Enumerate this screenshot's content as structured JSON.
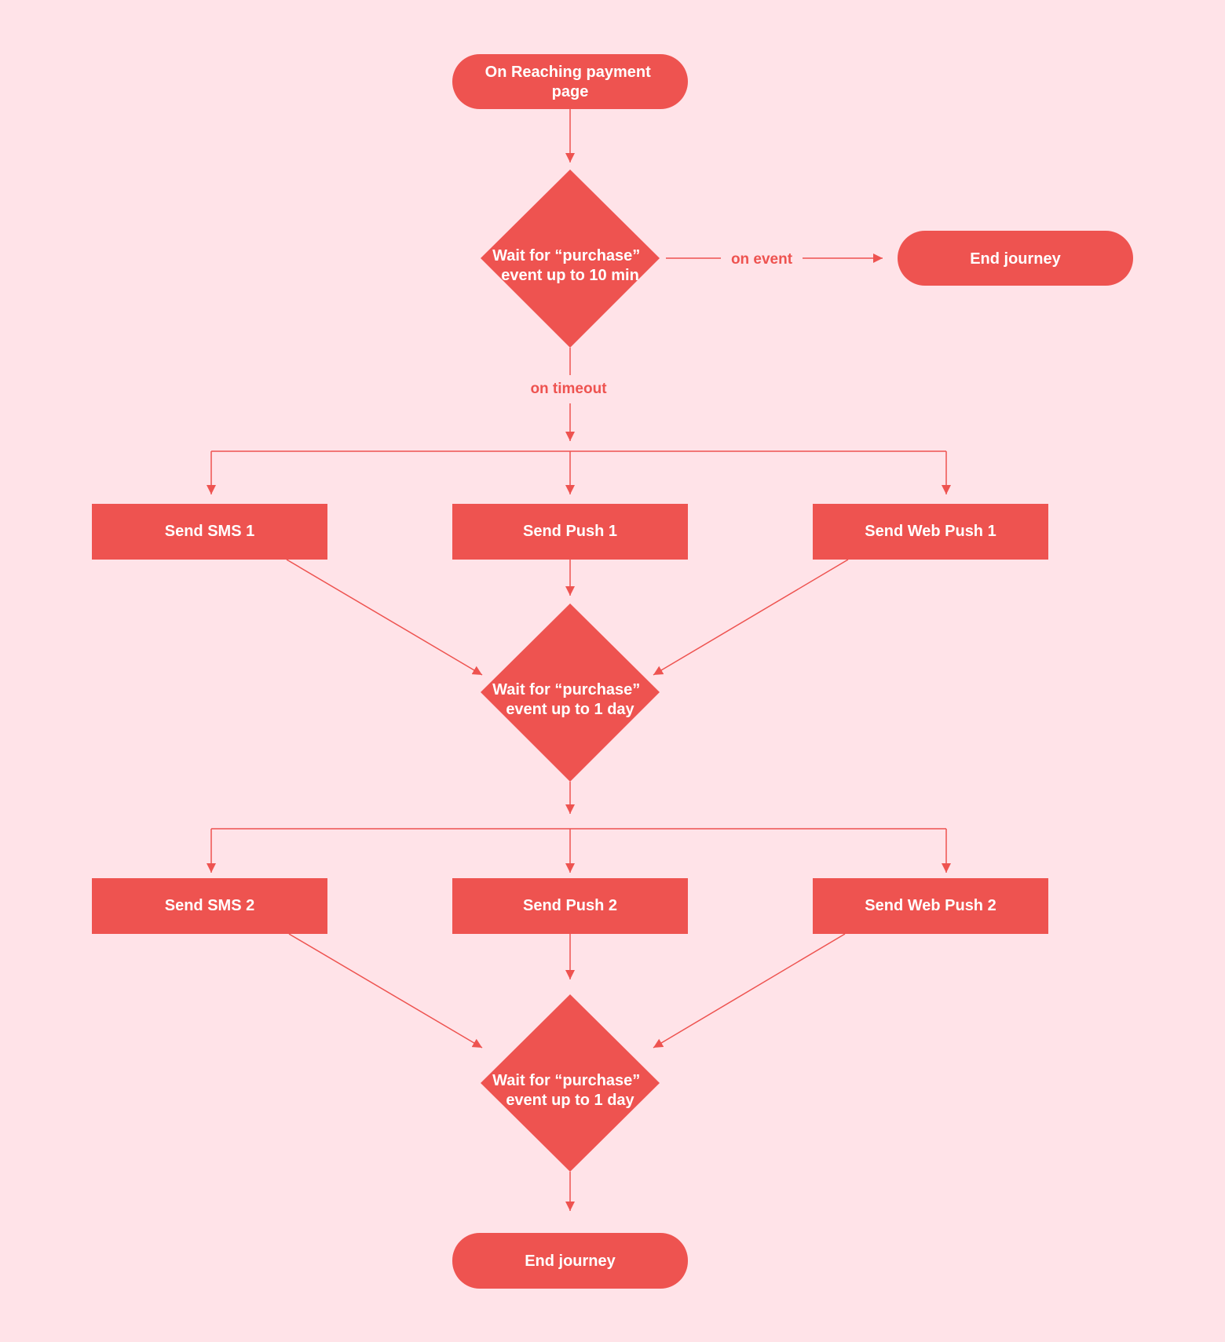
{
  "colors": {
    "background": "#FFE3E8",
    "node_fill": "#EE5350",
    "node_text": "#FFFFFF",
    "edge": "#EE5350",
    "edge_label": "#EE5350"
  },
  "nodes": {
    "start": {
      "line1": "On Reaching payment",
      "line2": "page"
    },
    "wait_10min": {
      "line1": "Wait for “purchase”",
      "line2": "event up to 10 min"
    },
    "end_top": {
      "label": "End journey"
    },
    "sms1": {
      "label": "Send SMS 1"
    },
    "push1": {
      "label": "Send Push 1"
    },
    "webpush1": {
      "label": "Send Web Push 1"
    },
    "wait_day_a": {
      "line1": "Wait for “purchase”",
      "line2": "event up to 1 day"
    },
    "sms2": {
      "label": "Send SMS 2"
    },
    "push2": {
      "label": "Send Push 2"
    },
    "webpush2": {
      "label": "Send Web Push 2"
    },
    "wait_day_b": {
      "line1": "Wait for “purchase”",
      "line2": "event up to 1 day"
    },
    "end_bottom": {
      "label": "End journey"
    }
  },
  "edge_labels": {
    "on_event": "on event",
    "on_timeout": "on timeout"
  }
}
